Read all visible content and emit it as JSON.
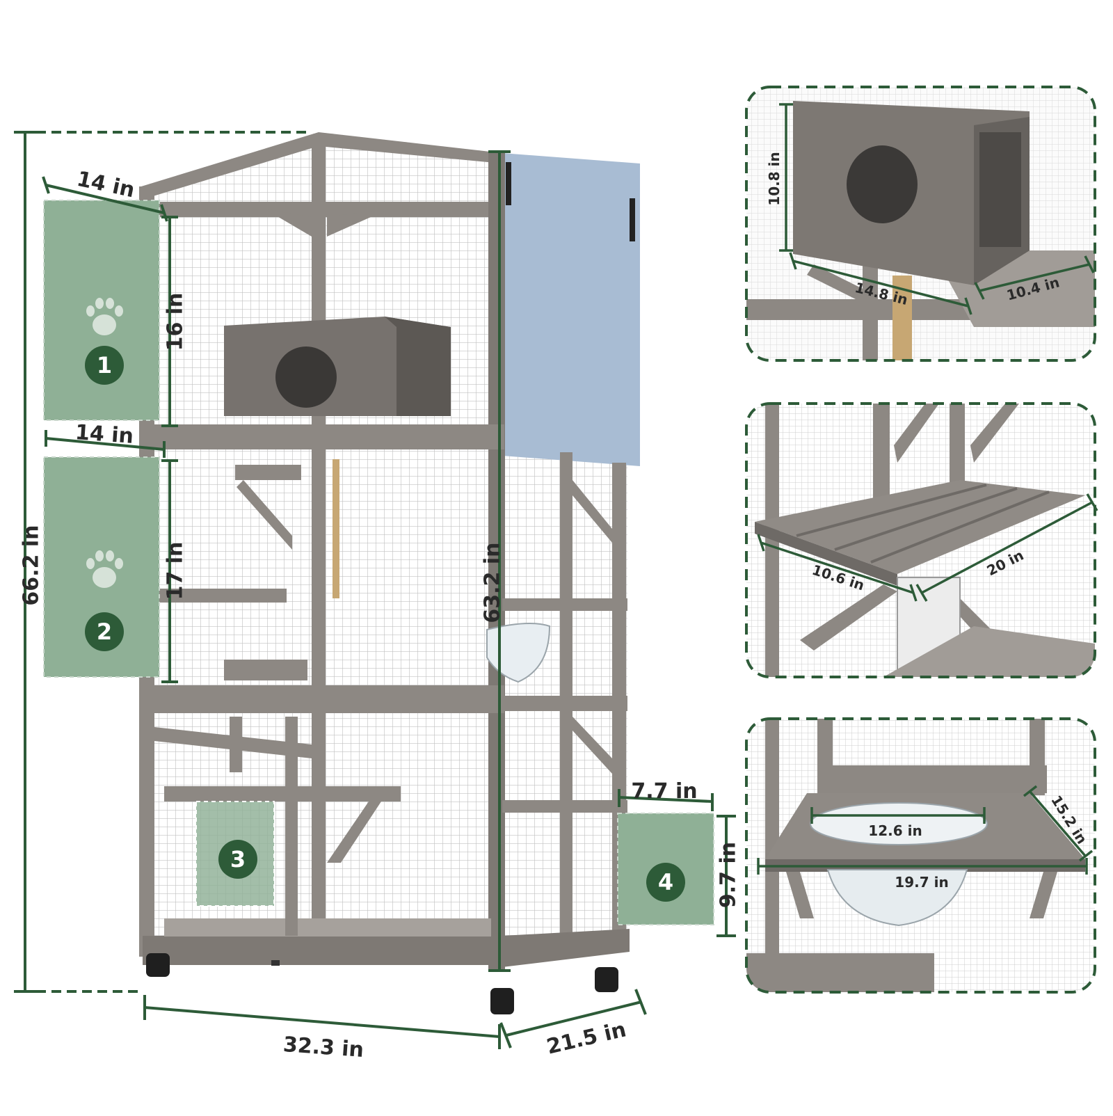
{
  "palette": {
    "dim_green": "#2d5b38",
    "panel_green": "#8fb096",
    "panel_light": "#b5cbb9",
    "wood": "#8d8883",
    "wood_dark": "#6c6864",
    "roof_cover": "#a8bcd3",
    "mesh": "#c6c6c6",
    "background": "#ffffff"
  },
  "dimensions": {
    "total_height": "66.2 in",
    "body_height": "63.2 in",
    "width": "32.3 in",
    "depth": "21.5 in",
    "door1_width": "14 in",
    "door1_height": "16 in",
    "door2_width": "14 in",
    "door2_height": "17 in",
    "door4_width": "7.7 in",
    "door4_height": "9.7 in"
  },
  "doors": [
    {
      "number": "1",
      "icon": "paw-icon"
    },
    {
      "number": "2",
      "icon": "paw-icon"
    },
    {
      "number": "3"
    },
    {
      "number": "4"
    }
  ],
  "detail_panels": {
    "condo": {
      "height": "10.8 in",
      "width": "14.8 in",
      "depth": "10.4 in"
    },
    "platform": {
      "depth": "10.6 in",
      "width": "20 in"
    },
    "bowl_shelf": {
      "bowl_diameter": "12.6 in",
      "width": "19.7 in",
      "depth": "15.2 in"
    }
  }
}
